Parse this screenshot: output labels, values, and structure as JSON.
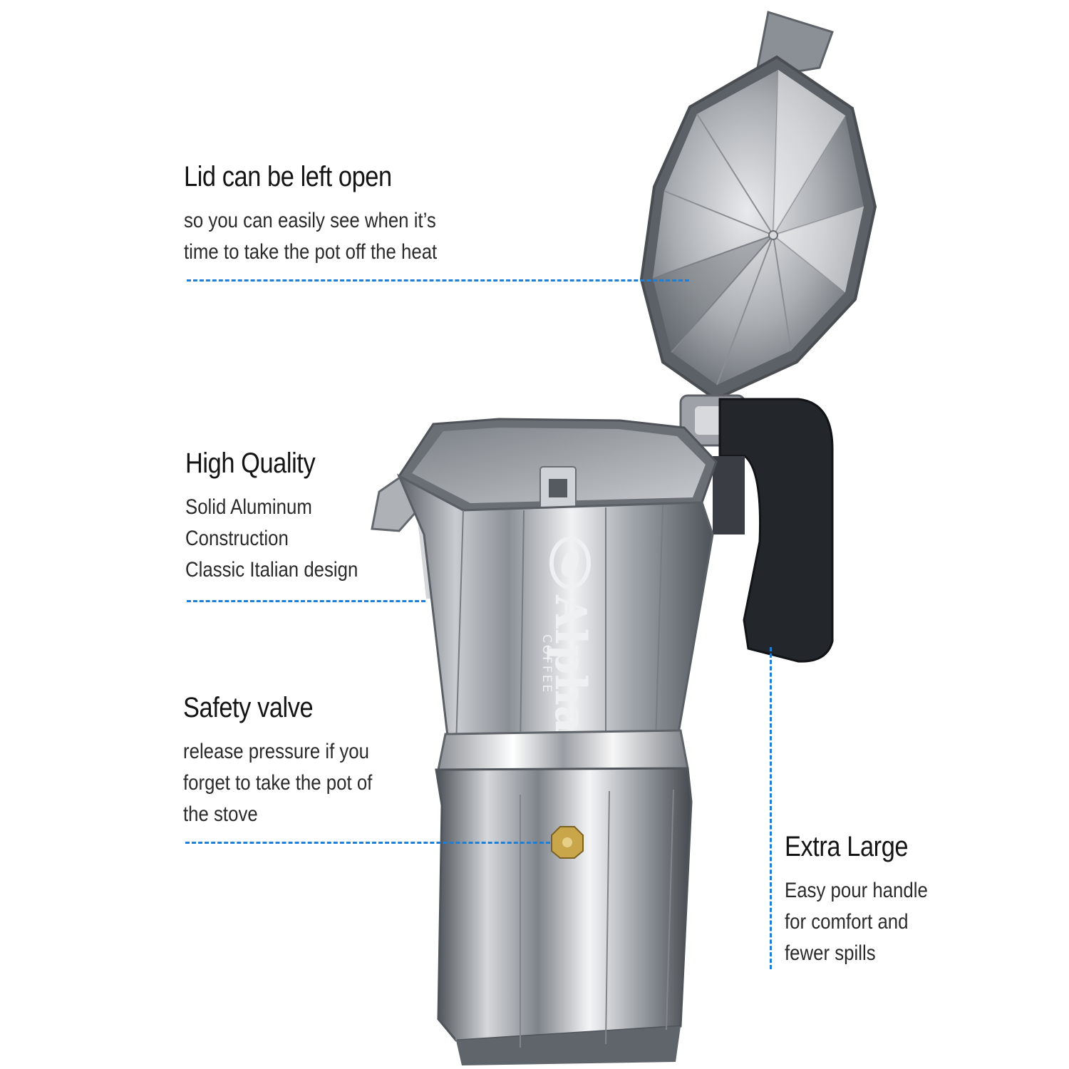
{
  "callouts": {
    "lid": {
      "title": "Lid can be left open",
      "lines": [
        "so you can easily see when it’s",
        "time to take the pot off the heat"
      ]
    },
    "quality": {
      "title": "High Quality",
      "lines": [
        "Solid Aluminum",
        "Construction",
        "Classic Italian design"
      ]
    },
    "valve": {
      "title": "Safety valve",
      "lines": [
        "release pressure if you",
        "forget to take the pot of",
        "the stove"
      ]
    },
    "large": {
      "title": "Extra Large",
      "lines": [
        "Easy pour handle",
        "for comfort and",
        "fewer spills"
      ]
    }
  },
  "brand": {
    "name": "Alpha",
    "tagline": "COFFEE"
  },
  "colors": {
    "leader": "#1f7fd6",
    "handle": "#23262b",
    "valve": "#c9a64a"
  }
}
